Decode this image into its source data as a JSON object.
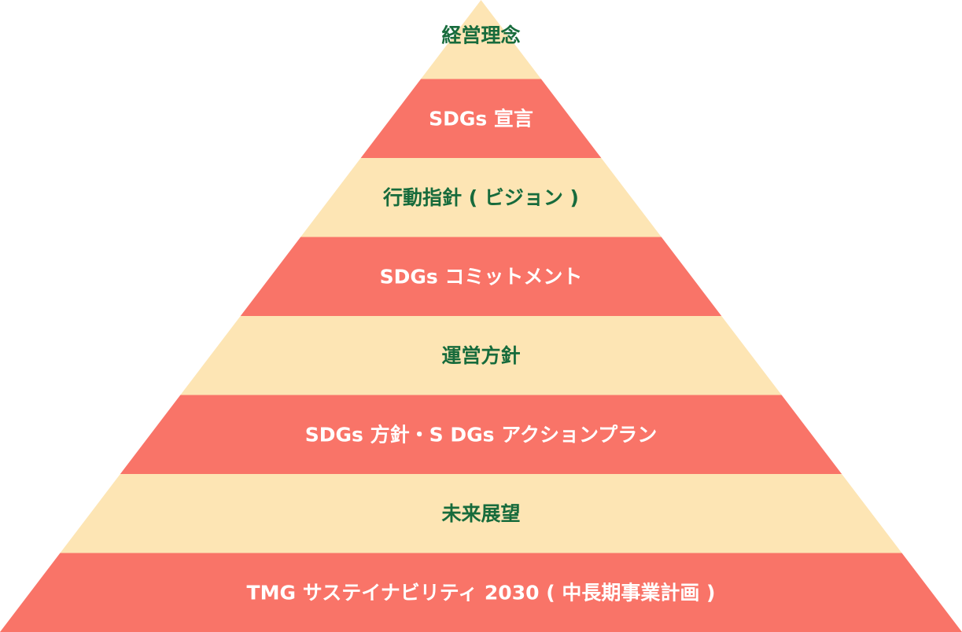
{
  "pyramid": {
    "colors": {
      "light_band": "#fde5b4",
      "dark_band": "#f97468",
      "light_text": "#176b3c",
      "dark_text": "#ffffff"
    },
    "tiers": [
      {
        "label": "経営理念",
        "style": "light"
      },
      {
        "label": "SDGs 宣言",
        "style": "dark"
      },
      {
        "label": "行動指針 ( ビジョン )",
        "style": "light"
      },
      {
        "label": "SDGs コミットメント",
        "style": "dark"
      },
      {
        "label": "運営方針",
        "style": "light"
      },
      {
        "label": "SDGs 方針・S DGs アクションプラン",
        "style": "dark"
      },
      {
        "label": "未来展望",
        "style": "light"
      },
      {
        "label": "TMG サステイナビリティ 2030 ( 中長期事業計画 )",
        "style": "dark"
      }
    ]
  }
}
